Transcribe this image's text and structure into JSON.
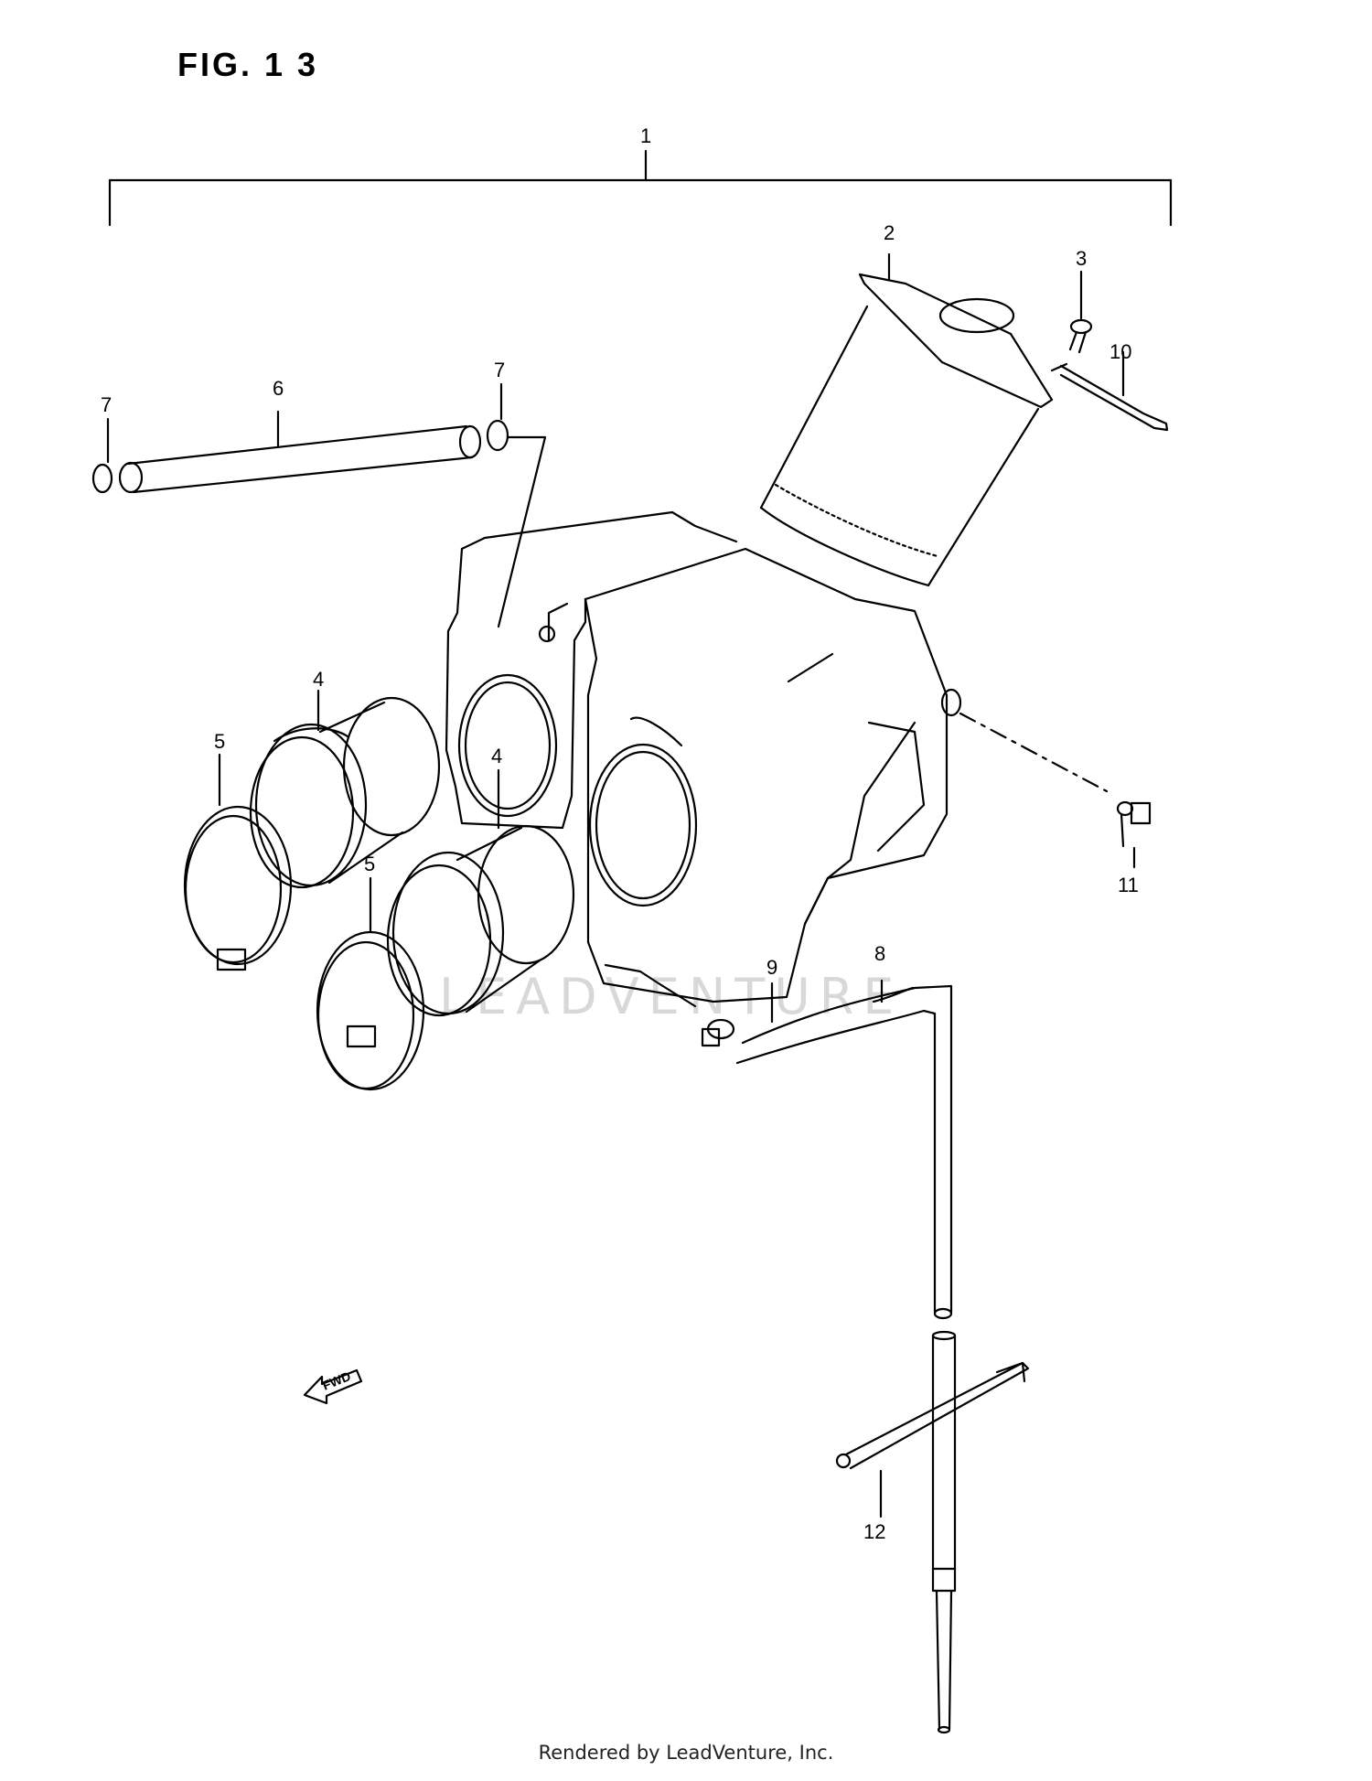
{
  "figure_title": "FIG. 1 3",
  "footer_text": "Rendered by LeadVenture, Inc.",
  "watermark_text": "LEADVENTURE",
  "direction_label": "FWD",
  "callouts": {
    "c1": "1",
    "c2": "2",
    "c3": "3",
    "c4a": "4",
    "c4b": "4",
    "c5a": "5",
    "c5b": "5",
    "c6": "6",
    "c7a": "7",
    "c7b": "7",
    "c8": "8",
    "c9": "9",
    "c10": "10",
    "c11": "11",
    "c12": "12"
  }
}
